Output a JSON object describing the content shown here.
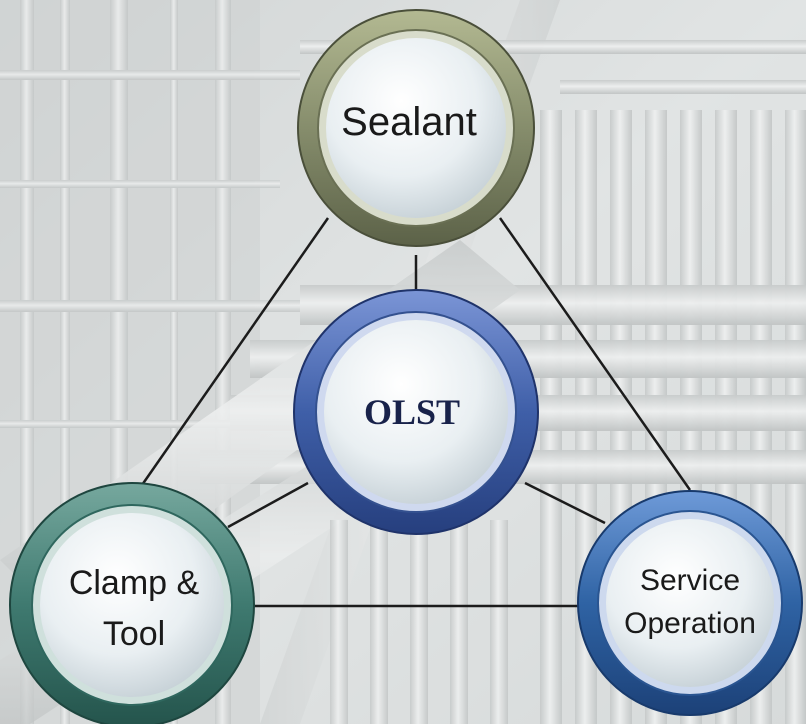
{
  "nodes": {
    "sealant": {
      "label": "Sealant"
    },
    "olst": {
      "label": "OLST"
    },
    "clamp_tool": {
      "line1": "Clamp &",
      "line2": "Tool"
    },
    "service_operation": {
      "line1": "Service",
      "line2": "Operation"
    }
  },
  "colors": {
    "sealant_ring": "#868d6c",
    "olst_ring": "#3f5fa8",
    "clamp_ring": "#3f7a70",
    "service_ring": "#2f63a4",
    "connector": "#1c1c1c",
    "inner_face": "#eef3f5"
  }
}
